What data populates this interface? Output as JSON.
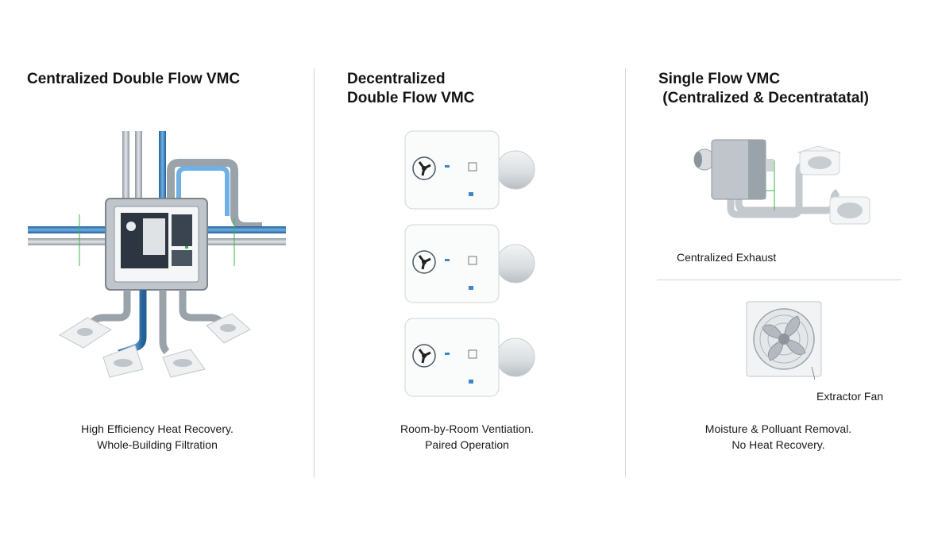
{
  "columns": [
    {
      "title_lines": [
        "Centralized Double Flow VMC"
      ],
      "caption_lines": [
        "High Efficiency Heat Recovery.",
        "Whole-Building Filtration"
      ]
    },
    {
      "title_lines": [
        "Decentralized",
        "Double Flow VMC"
      ],
      "caption_lines": [
        "Room-by-Room Ventiation.",
        "Paired Operation"
      ]
    },
    {
      "title_lines": [
        "Single Flow VMC",
        " (Centralized & Decentratatal)"
      ],
      "caption_lines": [
        "Moisture & Polluant Removal.",
        "No Heat Recovery."
      ],
      "sub_labels": [
        "Centralized Exhaust",
        "Extractor Fan"
      ]
    }
  ],
  "colors": {
    "pipe_blue": "#3f86c9",
    "pipe_grey": "#b5bcc3",
    "box_grey": "#c9ced3",
    "accent_green": "#3bb54a",
    "divider": "#d6d6d6"
  },
  "icons": [
    "centralized-vmc-unit-icon",
    "decentralized-vmc-unit-icon",
    "single-flow-exhaust-icon",
    "extractor-fan-icon"
  ]
}
